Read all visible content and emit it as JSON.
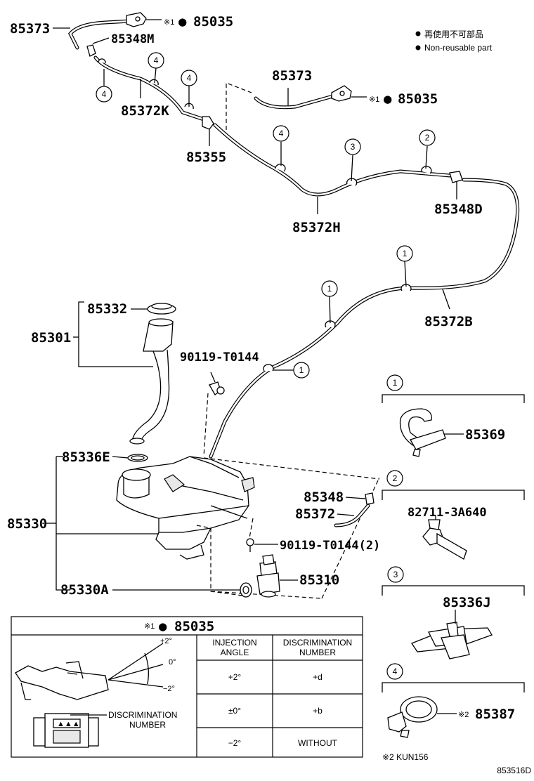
{
  "legend": {
    "non_reusable_jp": "再使用不可部品",
    "non_reusable_en": "Non-reusable part"
  },
  "parts": {
    "p85373_top": "85373",
    "p85035_top": "85035",
    "p85348M": "85348M",
    "p85372K": "85372K",
    "p85355": "85355",
    "p85373_mid": "85373",
    "p85035_mid": "85035",
    "p85372H": "85372H",
    "p85348D": "85348D",
    "p85372B": "85372B",
    "p85332": "85332",
    "p85301": "85301",
    "p90119_a": "90119-T0144",
    "p85336E": "85336E",
    "p85330": "85330",
    "p85348": "85348",
    "p85372": "85372",
    "p90119_b": "90119-T0144(2)",
    "p85310": "85310",
    "p85330A": "85330A",
    "p85369": "85369",
    "p82711": "82711-3A640",
    "p85336J": "85336J",
    "p85387": "85387"
  },
  "note_marks": {
    "mark1": "※1",
    "mark2": "※2",
    "dot": "●"
  },
  "callouts": {
    "c1": "1",
    "c2": "2",
    "c3": "3",
    "c4": "4"
  },
  "detail_table": {
    "title_mark": "※1",
    "title_part": "85035",
    "col_angle": "INJECTION ANGLE",
    "col_angle_l1": "INJECTION",
    "col_angle_l2": "ANGLE",
    "col_disc_l1": "DISCRIMINATION",
    "col_disc_l2": "NUMBER",
    "rows": [
      {
        "angle": "+2°",
        "number": "+d"
      },
      {
        "angle": "±0°",
        "number": "+b"
      },
      {
        "angle": "−2°",
        "number": "WITHOUT"
      }
    ],
    "fig_plus2": "+2°",
    "fig_zero": "0°",
    "fig_minus2": "−2°",
    "disc_label_l1": "DISCRIMINATION",
    "disc_label_l2": "NUMBER"
  },
  "footnote": "※2 KUN156",
  "diagram_id": "853516D"
}
